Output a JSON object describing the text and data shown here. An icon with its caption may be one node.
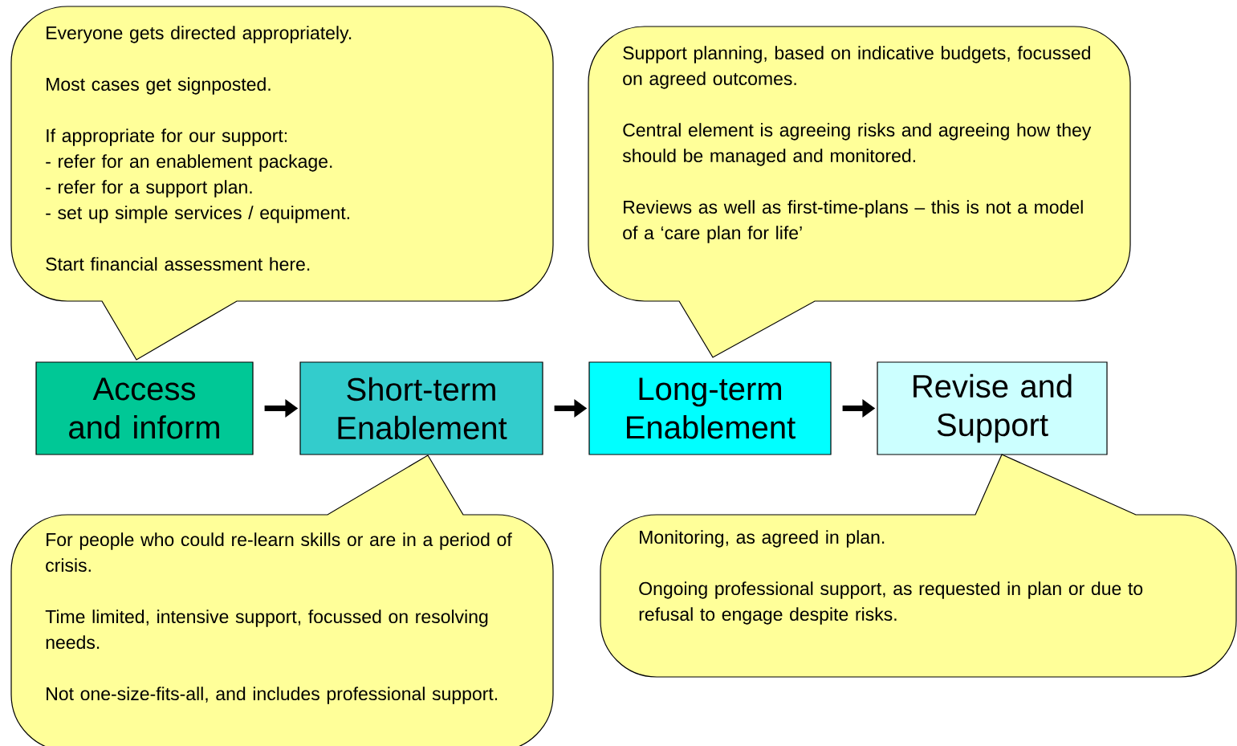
{
  "diagram": {
    "nodes": [
      {
        "text": [
          "Everyone gets directed appropriately.",
          "Most cases get signposted.",
          "If appropriate for our support:",
          "- refer for an enablement package.",
          "- refer for a support plan.",
          "- set up simple services / equipment.",
          "Start financial assessment here."
        ]
      },
      {
        "text": [
          "Support planning, based on indicative budgets, focussed on agreed outcomes.",
          "Central element is agreeing risks and agreeing how they should be managed and monitored.",
          "Reviews as well as first-time-plans – this is not a model of a ‘care plan for life’"
        ]
      },
      {
        "text": [
          "Access and inform"
        ]
      },
      {
        "text": [
          "Short-term Enablement"
        ]
      },
      {
        "text": [
          "Long-term Enablement"
        ]
      },
      {
        "text": [
          "Revise and Support"
        ]
      },
      {
        "text": [
          "For people who could re-learn skills or are in a period of crisis.",
          "Time limited, intensive support, focussed on resolving needs.",
          "Not one-size-fits-all, and includes professional support."
        ]
      },
      {
        "text": [
          "Monitoring, as agreed in plan.",
          "Ongoing professional support, as requested in plan or due to refusal to engage despite risks."
        ]
      }
    ],
    "edges": [
      {
        "from": 2,
        "to": 3,
        "arrow": "to"
      },
      {
        "from": 3,
        "to": 4,
        "arrow": "to"
      },
      {
        "from": 4,
        "to": 5,
        "arrow": "to"
      }
    ]
  }
}
